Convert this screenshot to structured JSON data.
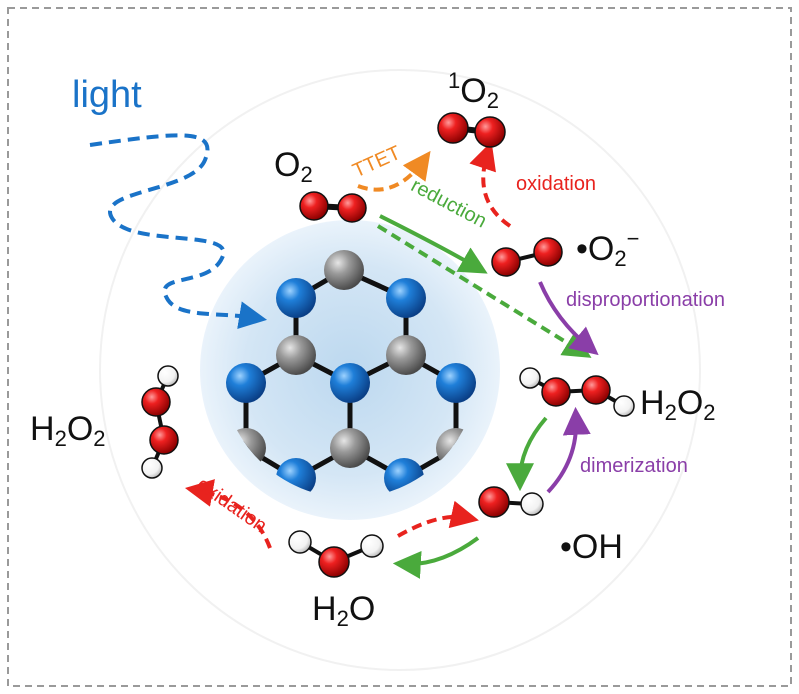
{
  "labels": {
    "light": "light",
    "singlet_o2": {
      "pre": "1",
      "main": "O",
      "sub": "2"
    },
    "o2": {
      "main": "O",
      "sub": "2"
    },
    "superoxide": {
      "pre": "•O",
      "sub": "2",
      "sup": "−"
    },
    "h2o2_right": {
      "a": "H",
      "sa": "2",
      "b": "O",
      "sb": "2"
    },
    "h2o2_left": {
      "a": "H",
      "sa": "2",
      "b": "O",
      "sb": "2"
    },
    "hydroxyl": "•OH",
    "water": {
      "a": "H",
      "sa": "2",
      "b": "O"
    },
    "ttet": "TTET",
    "oxidation_top": "oxidation",
    "reduction": "reduction",
    "disproportionation": "disproportionation",
    "dimerization": "dimerization",
    "oxidation_bottom": "oxidation"
  },
  "colors": {
    "light": "#1a73c8",
    "ttet": "#f08a24",
    "oxidation": "#e8231e",
    "reduction": "#4aaa3c",
    "disproportionation": "#8a3ea8",
    "dimerization": "#8a3ea8",
    "oxygen_atom": "#e01b1b",
    "hydrogen_atom": "#ffffff",
    "nitrogen_atom": "#1f7fd9",
    "carbon_atom": "#8e8e8e",
    "frame": "#9a9a9a"
  }
}
